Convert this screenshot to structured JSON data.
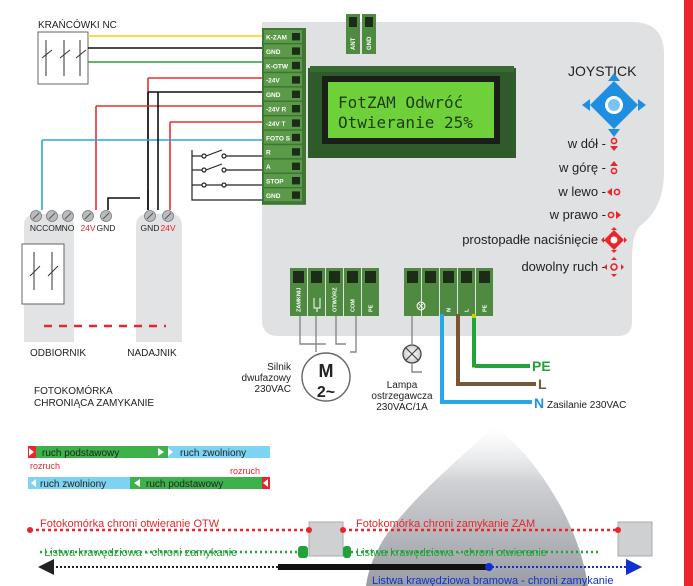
{
  "limit_switches": {
    "title": "KRAŃCÓWKI NC"
  },
  "terminals": [
    "K-ZAM",
    "GND",
    "K-OTW",
    "-24V",
    "GND",
    "-24V R",
    "-24V T",
    "FOTO S",
    "R",
    "A",
    "STOP",
    "GND"
  ],
  "antenna_terminals": [
    "ANT",
    "GND"
  ],
  "bottom_terminals_left": [
    "ZAMKNIJ",
    "",
    "OTWÓRZ",
    "COM",
    "PE"
  ],
  "bottom_terminals_right": [
    "",
    "",
    "N",
    "L",
    "PE"
  ],
  "lcd": {
    "line1": "FotZAM Odwróć",
    "line2": "Otwieranie 25%"
  },
  "joystick": {
    "title": "JOYSTICK",
    "items": [
      {
        "label": "w dół -",
        "icon": "arrow-down-icon"
      },
      {
        "label": "w górę -",
        "icon": "arrow-up-icon"
      },
      {
        "label": "w lewo -",
        "icon": "arrow-left-icon"
      },
      {
        "label": "w prawo -",
        "icon": "arrow-right-icon"
      },
      {
        "label": "prostopadłe naciśnięcie -",
        "icon": "press-icon"
      },
      {
        "label": "dowolny ruch -",
        "icon": "any-move-icon"
      }
    ]
  },
  "photocell_terminals": {
    "receiver": [
      "NC",
      "COM",
      "NO",
      "24V",
      "GND"
    ],
    "transmitter": [
      "GND",
      "24V"
    ]
  },
  "photocell": {
    "receiver_label": "ODBIORNIK",
    "transmitter_label": "NADAJNIK",
    "caption_line1": "FOTOKOMÓRKA",
    "caption_line2": "CHRONIĄCA ZAMYKANIE"
  },
  "motor": {
    "symbol_top": "M",
    "symbol_bottom": "2~",
    "label_line1": "Silnik",
    "label_line2": "dwufazowy",
    "label_line3": "230VAC"
  },
  "lamp": {
    "label_line1": "Lampa",
    "label_line2": "ostrzegawcza",
    "label_line3": "230VAC/1A"
  },
  "power": {
    "pe": "PE",
    "l": "L",
    "n": "N",
    "label": "Zasilanie 230VAC"
  },
  "movement": {
    "row1_main": "ruch podstawowy",
    "row1_slow": "ruch zwolniony",
    "row1_start": "rozruch",
    "row2_slow": "ruch zwolniony",
    "row2_main": "ruch podstawowy",
    "row2_start": "rozruch"
  },
  "protection": {
    "foto_otw": "Fotokomórka chroni otwieranie OTW",
    "foto_zam": "Fotokomórka chroni zamykanie ZAM",
    "listwa_left": "Listwa krawędziowa - chroni zamykanie",
    "listwa_right": "Listwa krawędziowa - chroni otwieranie",
    "listwa_bramowa": "Listwa krawędziowa bramowa - chroni zamykanie"
  },
  "colors": {
    "board": "#e0e1e3",
    "terminal_green": "#4f8a41",
    "lcd_green": "#6fd13a",
    "accent_red": "#e8262b",
    "accent_blue": "#1e8fe0",
    "wire_yellow": "#f2d600",
    "wire_green": "#21a339",
    "wire_red": "#e53030",
    "wire_blue": "#2aa6e6",
    "wire_brown": "#7a5536",
    "wire_pe": "#c8d400"
  }
}
